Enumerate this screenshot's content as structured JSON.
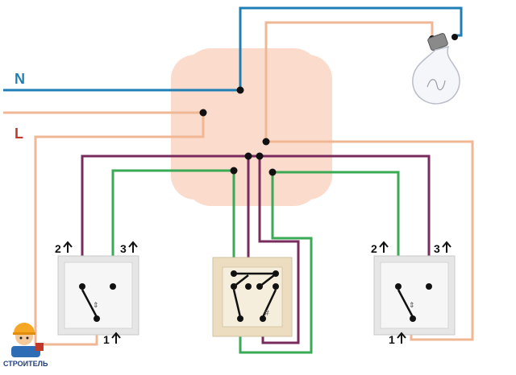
{
  "labels": {
    "neutral": "N",
    "line": "L",
    "left_switch": {
      "top_left": "2",
      "top_right": "3",
      "bottom": "1"
    },
    "right_switch": {
      "top_left": "2",
      "top_right": "3",
      "bottom": "1"
    }
  },
  "logo": {
    "text": "СТРОИТЕЛЬ"
  },
  "colors": {
    "neutral_wire": "#1f7fb5",
    "line_wire": "#f0b795",
    "traveler_a": "#7a2b5e",
    "traveler_b": "#3aaa55",
    "junction_box": "#fbdccc",
    "label_n": "#1f7fb5",
    "label_l": "#c0392b"
  },
  "icons": [
    "lightbulb-icon",
    "up-arrow-icon",
    "worker-mascot-icon"
  ]
}
